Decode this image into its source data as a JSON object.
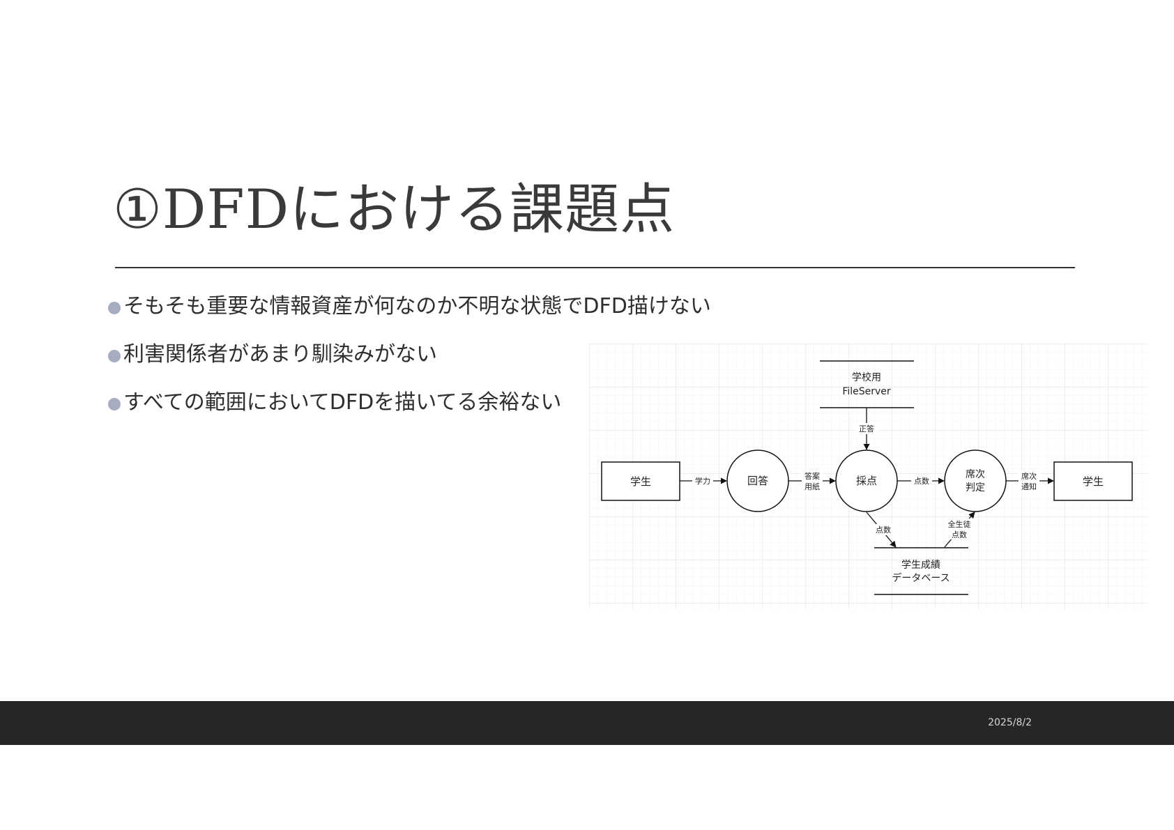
{
  "slide": {
    "title": "①DFDにおける課題点",
    "bullets": [
      "そもそも重要な情報資産が何なのか不明な状態でDFD描けない",
      "利害関係者があまり馴染みがない",
      "すべての範囲においてDFDを描いてる余裕ない"
    ],
    "footer_date": "2025/8/2"
  },
  "diagram": {
    "entities": {
      "student_left": "学生",
      "student_right": "学生"
    },
    "processes": {
      "answer": "回答",
      "grading": "採点",
      "ranking_line1": "席次",
      "ranking_line2": "判定"
    },
    "stores": {
      "file_server_line1": "学校用",
      "file_server_line2": "FileServer",
      "grades_db_line1": "学生成績",
      "grades_db_line2": "データベース"
    },
    "flows": {
      "ability": "学力",
      "answer_sheet_line1": "答案",
      "answer_sheet_line2": "用紙",
      "correct_answer": "正答",
      "score_to_ranking": "点数",
      "score_to_db": "点数",
      "all_scores_line1": "全生徒",
      "all_scores_line2": "点数",
      "rank_notice_line1": "席次",
      "rank_notice_line2": "通知"
    },
    "colors": {
      "grid": "#e4e4e4",
      "stroke": "#111111"
    }
  }
}
